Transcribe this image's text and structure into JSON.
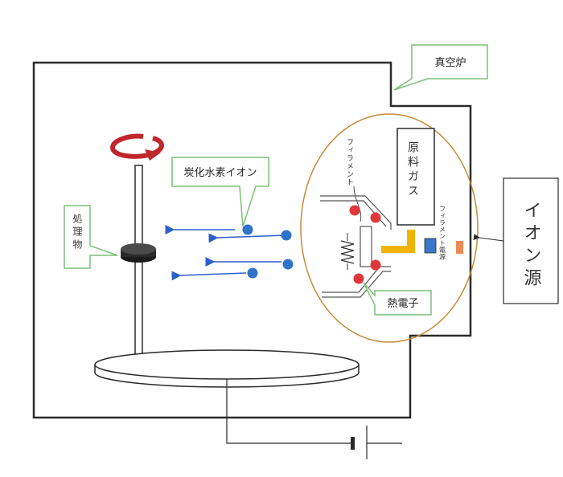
{
  "labels": {
    "vacuum_furnace": "真空炉",
    "hydrocarbon_ion": "炭化水素イオン",
    "workpiece": "処理物",
    "raw_gas": "原料ガス",
    "filament": "フィラメント",
    "filament_power": "フィラメント電源",
    "thermal_electron": "熱電子",
    "ion_source": "イオン源"
  },
  "colors": {
    "line": "#2a2a2a",
    "callout_border": "#7cc07a",
    "ion_source_circle": "#c98a3a",
    "ion_dot": "#2f74c9",
    "electron_dot": "#e03838",
    "arrow_blue": "#2f5fc9",
    "rotation_arrow": "#c0262a",
    "electrode_yellow": "#f0b400",
    "power_blue": "#3a77c9",
    "terminal_orange": "#ee8a55"
  },
  "icons": {
    "rotation": "rotation-arrow-icon",
    "ground": "ground-icon"
  }
}
